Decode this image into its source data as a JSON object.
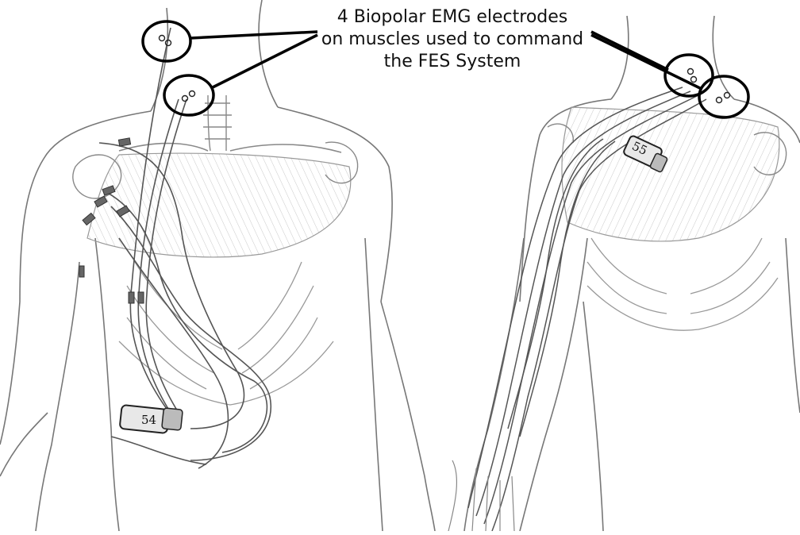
{
  "annotation": {
    "lines": [
      "4 Biopolar EMG electrodes",
      "on muscles used to command",
      "the FES System"
    ]
  },
  "implants": {
    "left_label": "54",
    "right_label": "55"
  }
}
